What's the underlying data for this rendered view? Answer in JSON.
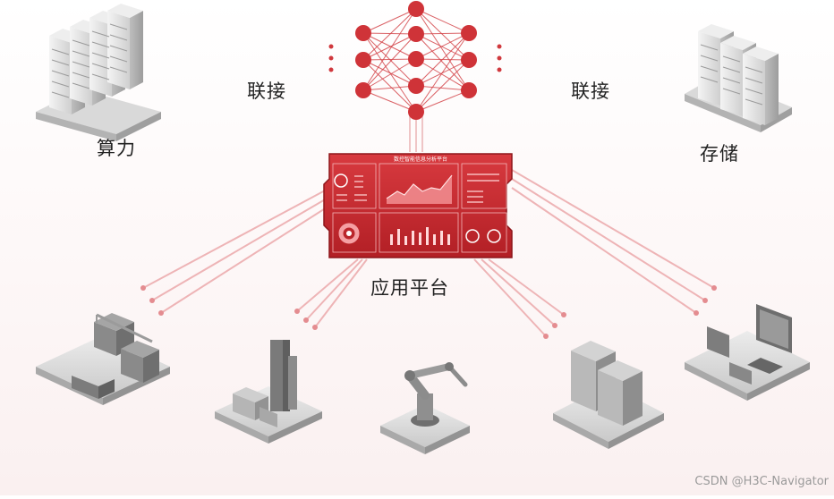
{
  "labels": {
    "compute": "算力",
    "storage": "存储",
    "link_left": "联接",
    "link_right": "联接",
    "platform": "应用平台"
  },
  "dashboard": {
    "title": "数控智能信息分析平台"
  },
  "watermark": "CSDN @H3C-Navigator",
  "icons": {
    "compute": "server-rack-icon",
    "storage": "server-rack-icon",
    "network": "neural-network-icon",
    "platform": "dashboard-screen-icon",
    "scenes": [
      "factory-icon",
      "oil-refinery-icon",
      "robot-arm-icon",
      "data-center-icon",
      "monitoring-workstation-icon"
    ]
  },
  "colors": {
    "accent": "#c8262c",
    "accent_dark": "#9a1b20",
    "line": "#e08a8d",
    "node": "#d0383d",
    "gray": "#8f8f8f"
  }
}
